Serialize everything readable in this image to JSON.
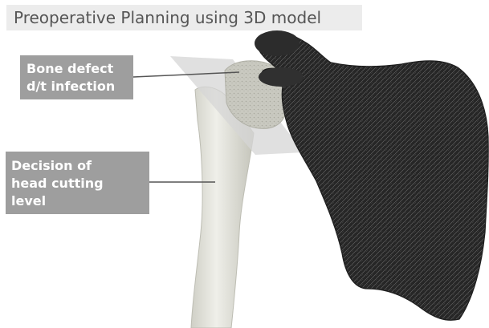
{
  "title": "Preoperative Planning using 3D model",
  "annotations": [
    {
      "id": "bone-defect",
      "lines": [
        "Bone defect",
        "d/t infection"
      ]
    },
    {
      "id": "head-cutting",
      "lines": [
        "Decision of",
        "head cutting",
        "level"
      ]
    }
  ],
  "colors": {
    "banner_bg": "#ececec",
    "banner_text": "#555555",
    "label_bg": "#9e9e9e",
    "label_text": "#ffffff",
    "scapula": "#2a2a2a",
    "humerus": "#e6e6df",
    "cut_plane": "#d9d9d9"
  }
}
